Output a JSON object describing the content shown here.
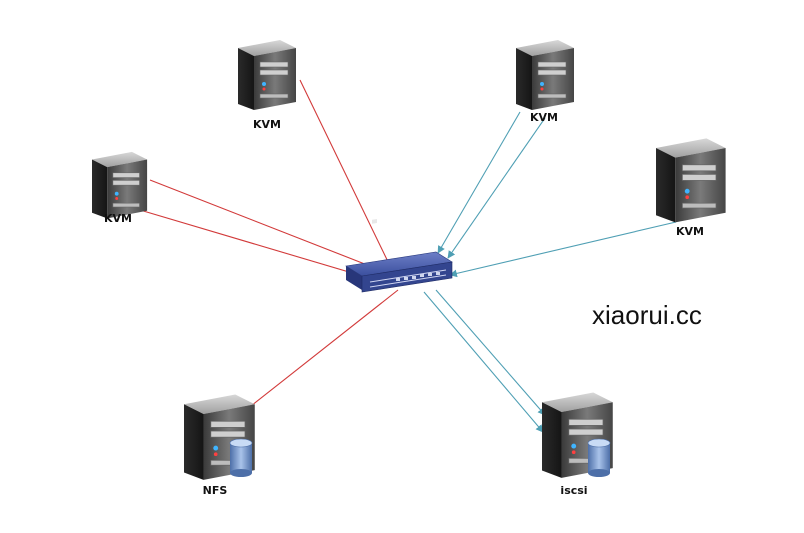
{
  "nodes": {
    "kvm_top_left": {
      "label": "KVM",
      "type": "server"
    },
    "kvm_left": {
      "label": "KVM",
      "type": "server"
    },
    "kvm_top_right": {
      "label": "KVM",
      "type": "server"
    },
    "kvm_right": {
      "label": "KVM",
      "type": "server"
    },
    "nfs": {
      "label": "NFS",
      "type": "storage-server"
    },
    "iscsi": {
      "label": "iscsi",
      "type": "storage-server"
    },
    "switch": {
      "type": "network-switch"
    }
  },
  "edges": [
    {
      "from": "kvm_top_left",
      "to": "switch",
      "color": "red"
    },
    {
      "from": "kvm_left",
      "to": "switch",
      "color": "red"
    },
    {
      "from": "kvm_left",
      "to": "switch",
      "color": "red"
    },
    {
      "from": "switch",
      "to": "nfs",
      "color": "red"
    },
    {
      "from": "kvm_top_right",
      "to": "switch",
      "color": "teal"
    },
    {
      "from": "kvm_top_right",
      "to": "switch",
      "color": "teal"
    },
    {
      "from": "kvm_right",
      "to": "switch",
      "color": "teal"
    },
    {
      "from": "switch",
      "to": "iscsi",
      "color": "teal"
    },
    {
      "from": "switch",
      "to": "iscsi",
      "color": "teal"
    }
  ],
  "colors": {
    "red_link": "#d23a3a",
    "teal_link": "#4f9fb4",
    "switch_body": "#3b4f9e",
    "server_body": "#5a5a5a",
    "disk": "#6f93c8"
  },
  "watermark": "xiaorui.cc"
}
